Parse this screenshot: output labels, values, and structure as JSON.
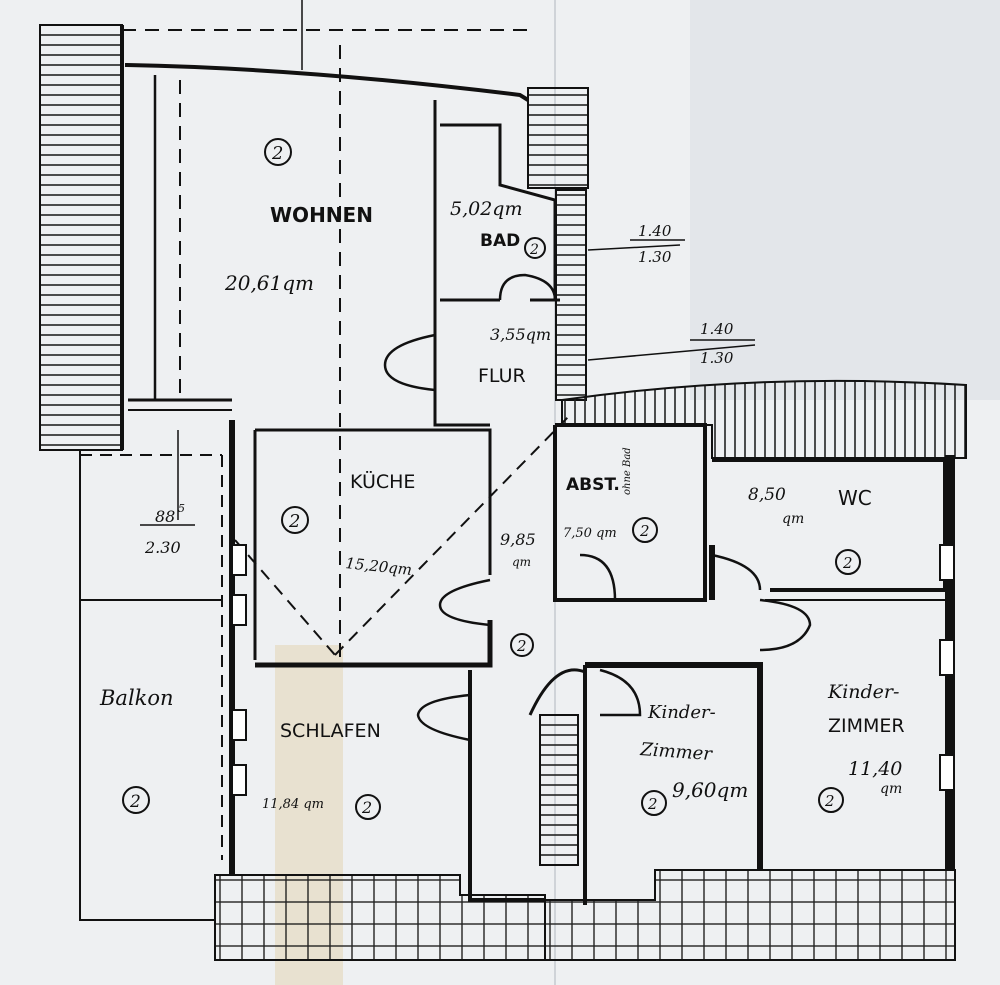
{
  "rooms": {
    "wohnen": {
      "name": "WOHNEN",
      "area": "20,61qm",
      "marker": "2"
    },
    "bad": {
      "name": "BAD",
      "area": "5,02qm",
      "marker": "2"
    },
    "flur": {
      "name": "FLUR",
      "area": "3,55qm"
    },
    "kueche": {
      "name": "KÜCHE",
      "area": "15,20qm",
      "marker": "2"
    },
    "abst": {
      "name": "ABST.",
      "side_text": "ohne Bad",
      "area": "7,50 qm",
      "marker": "2"
    },
    "wc": {
      "name": "WC",
      "area_num": "8,50",
      "area_unit": "qm",
      "marker": "2"
    },
    "hall": {
      "area_num": "9,85",
      "area_unit": "qm",
      "marker": "2"
    },
    "schlafen": {
      "name": "SCHLAFEN",
      "area": "11,84 qm",
      "marker": "2"
    },
    "balkon": {
      "name": "Balkon",
      "marker": "2"
    },
    "kinder_small": {
      "name_line1": "Kinder-",
      "name_line2": "Zimmer",
      "area": "9,60qm",
      "marker": "2"
    },
    "kinder_large": {
      "name_line1": "Kinder-",
      "name_line2": "ZIMMER",
      "area_num": "11,40",
      "area_unit": "qm",
      "marker": "2"
    }
  },
  "dimensions": {
    "window_upper": {
      "top": "1.40",
      "bottom": "1.30"
    },
    "window_lower": {
      "top": "1.40",
      "bottom": "1.30"
    },
    "balkon_door": {
      "top": "88",
      "sup": "5",
      "bottom": "2.30"
    }
  },
  "colors": {
    "paper": "#eef0f2",
    "ink": "#141414",
    "tape": "#e6dcc4"
  }
}
